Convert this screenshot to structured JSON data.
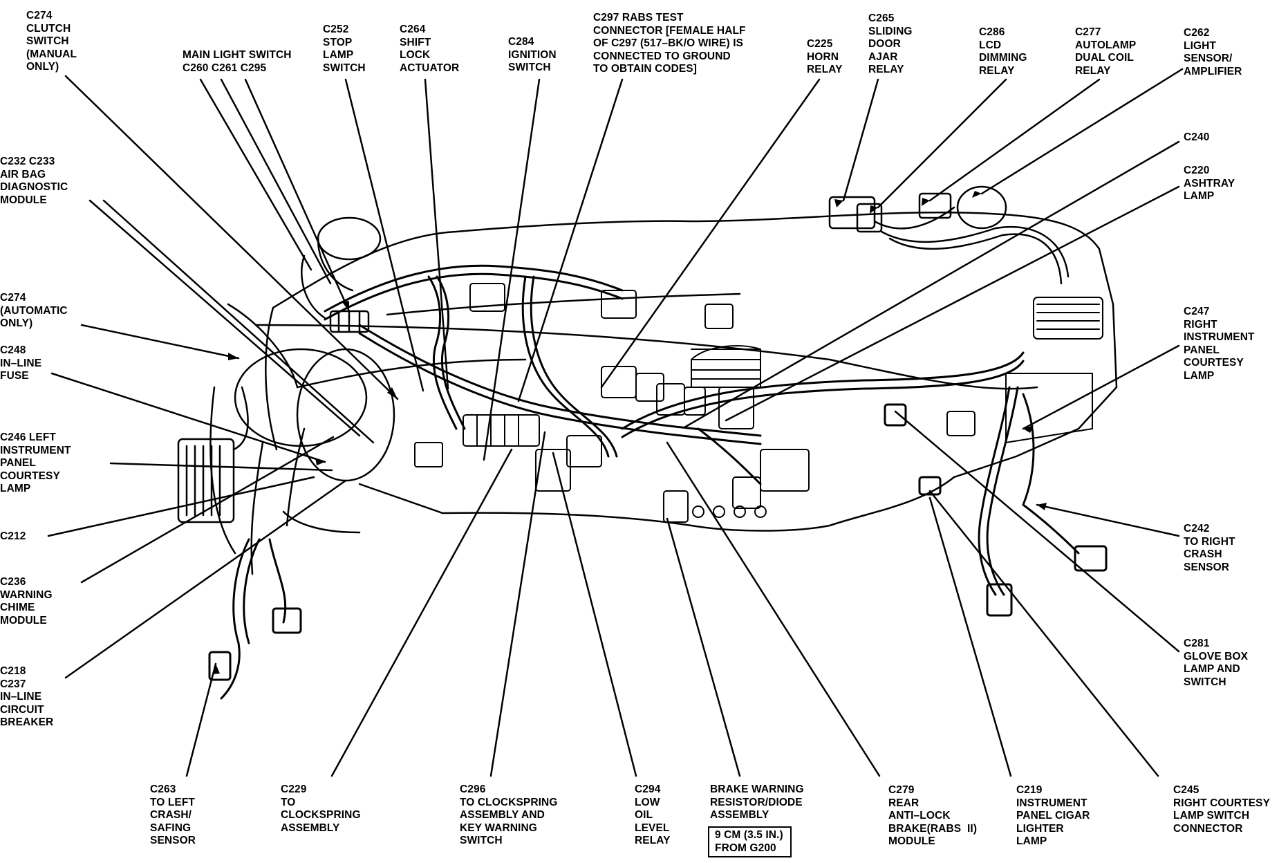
{
  "diagram": {
    "labels": {
      "c274_clutch": "C274\nCLUTCH\nSWITCH\n(MANUAL\nONLY)",
      "main_light_switch": "MAIN LIGHT SWITCH\nC260 C261 C295",
      "c252": "C252\nSTOP\nLAMP\nSWITCH",
      "c264": "C264\nSHIFT\nLOCK\nACTUATOR",
      "c284": "C284\nIGNITION\nSWITCH",
      "c297": "C297 RABS TEST\nCONNECTOR [FEMALE HALF\nOF C297 (517–BK/O WIRE) IS\nCONNECTED TO GROUND\nTO OBTAIN CODES]",
      "c225": "C225\nHORN\nRELAY",
      "c265": "C265\nSLIDING\nDOOR\nAJAR\nRELAY",
      "c286": "C286\nLCD\nDIMMING\nRELAY",
      "c277": "C277\nAUTOLAMP\nDUAL COIL\nRELAY",
      "c262": "C262\nLIGHT\nSENSOR/\nAMPLIFIER",
      "c240": "C240",
      "c220": "C220\nASHTRAY\nLAMP",
      "c247": "C247\nRIGHT\nINSTRUMENT\nPANEL\nCOURTESY\nLAMP",
      "c242": "C242\nTO RIGHT\nCRASH\nSENSOR",
      "c281": "C281\nGLOVE BOX\nLAMP AND\nSWITCH",
      "c245": "C245\nRIGHT COURTESY\nLAMP SWITCH\nCONNECTOR",
      "c219": "C219\nINSTRUMENT\nPANEL CIGAR\nLIGHTER\nLAMP",
      "c279": "C279\nREAR\nANTI–LOCK\nBRAKE(RABS  II)\nMODULE",
      "brake_warning": "BRAKE WARNING\nRESISTOR/DIODE\nASSEMBLY",
      "distance_box": "9 CM (3.5 IN.)\nFROM G200",
      "c294": "C294\nLOW\nOIL\nLEVEL\nRELAY",
      "c296": "C296\nTO CLOCKSPRING\nASSEMBLY AND\nKEY WARNING\nSWITCH",
      "c229": "C229\nTO\nCLOCKSPRING\nASSEMBLY",
      "c263": "C263\nTO LEFT\nCRASH/\nSAFING\nSENSOR",
      "c218": "C218\nC237\nIN–LINE\nCIRCUIT\nBREAKER",
      "c236": "C236\nWARNING\nCHIME\nMODULE",
      "c212": "C212",
      "c246": "C246 LEFT\nINSTRUMENT\nPANEL\nCOURTESY\nLAMP",
      "c248": "C248\nIN–LINE\nFUSE",
      "c274_auto": "C274\n(AUTOMATIC\nONLY)",
      "c232": "C232 C233\nAIR BAG\nDIAGNOSTIC\nMODULE"
    },
    "colors": {
      "ink": "#000000",
      "paper": "#ffffff"
    }
  }
}
